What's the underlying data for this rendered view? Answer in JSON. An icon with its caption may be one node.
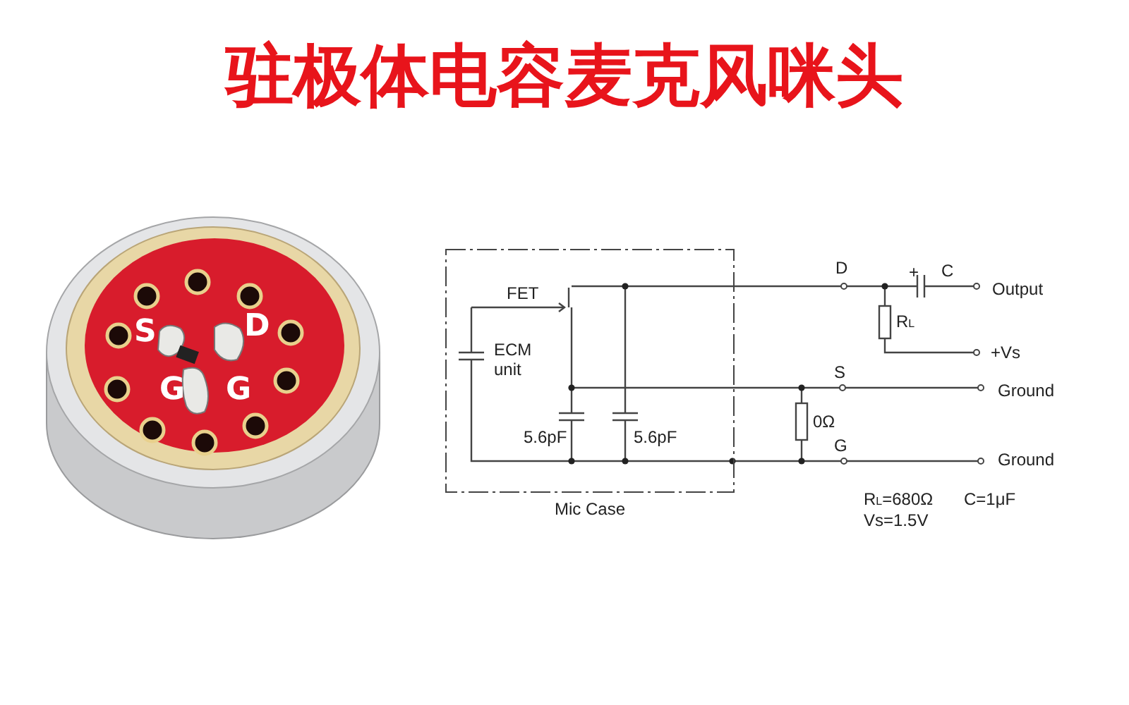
{
  "diagram": {
    "title": "驻极体电容麦克风咪头",
    "nodes": [
      {
        "text": [
          "Mic Case"
        ]
      }
    ],
    "labels": [
      "S",
      "D",
      "G",
      "G",
      "FET",
      "ECM unit",
      "5.6pF",
      "5.6pF",
      "D",
      "+",
      "C",
      "Output",
      "R$_{L}$",
      "+Vs",
      "S",
      "Ground",
      "0Ω",
      "G",
      "Ground",
      "R$_{L}$=680Ω",
      "C=1μF",
      "Vs=1.5V"
    ]
  }
}
